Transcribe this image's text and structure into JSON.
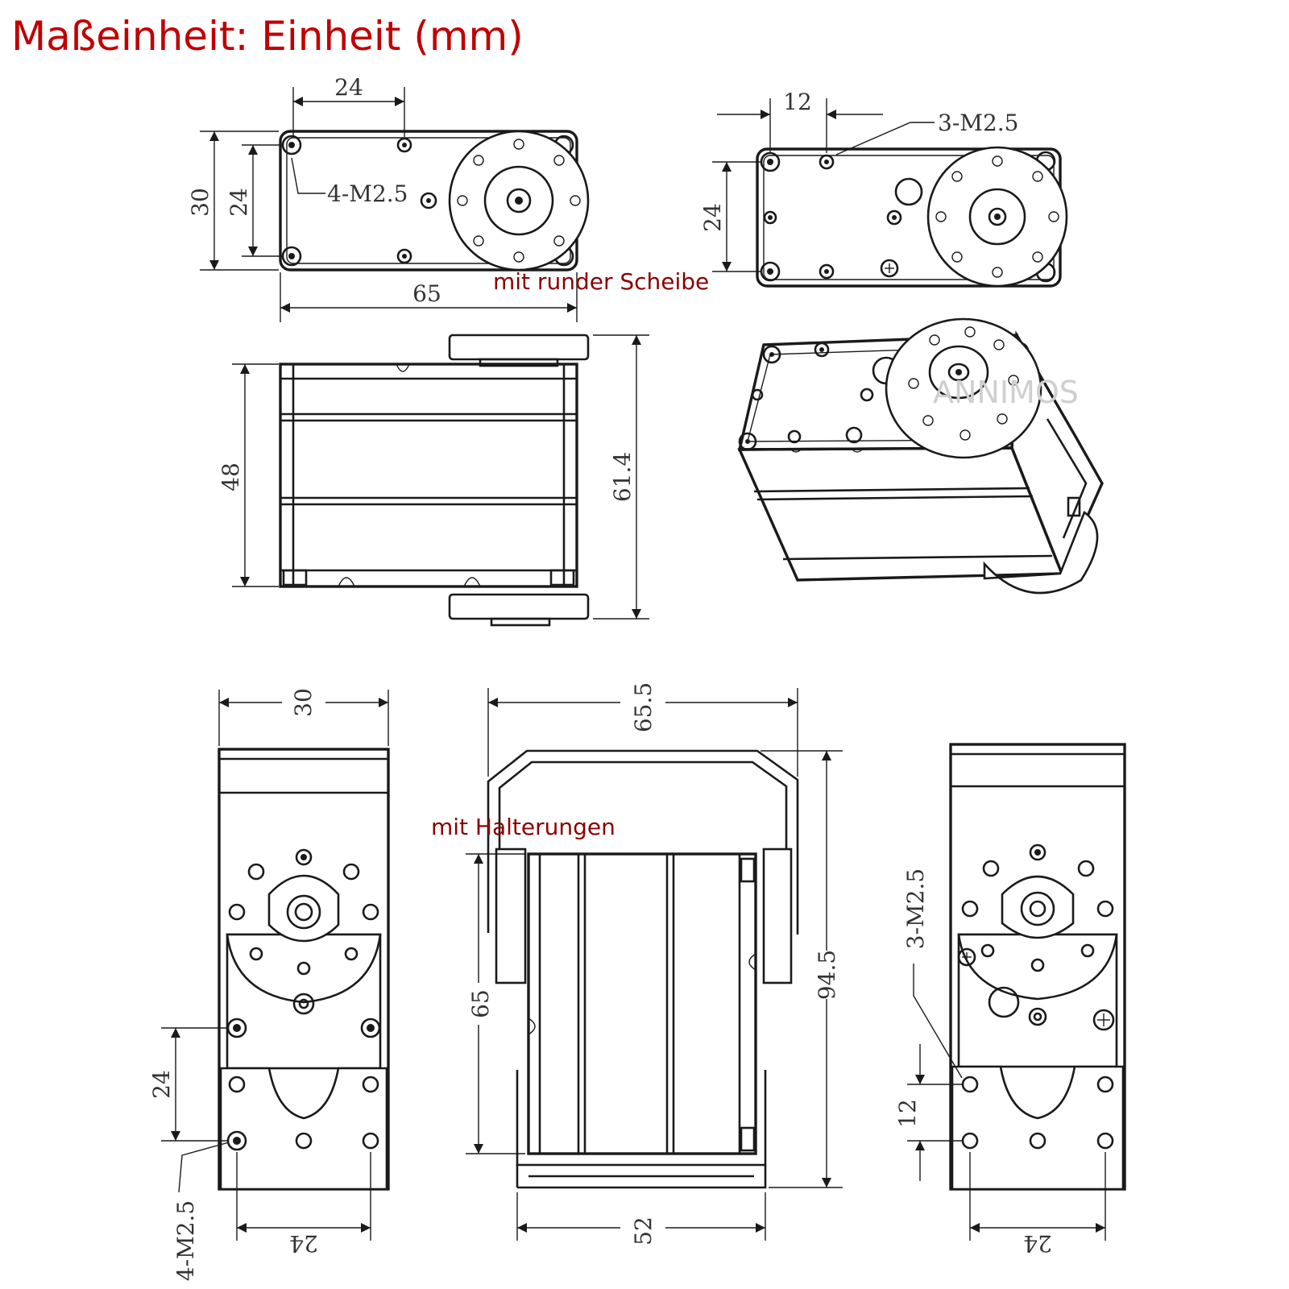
{
  "title": "Maßeinheit: Einheit (mm)",
  "colors": {
    "title": "#c00000",
    "label": "#8b0000",
    "line": "#1a1a1a"
  },
  "labels": {
    "round_disc": "mit runder Scheibe",
    "brackets": "mit Halterungen",
    "watermark": "ANNIMOS"
  },
  "dims": {
    "top_width_24": "24",
    "top_height_30": "30",
    "top_height_24": "24",
    "top_hole_spec": "4-M2.5",
    "top_length_65": "65",
    "rear_spacing_12": "12",
    "rear_hole_spec": "3-M2.5",
    "rear_height_24": "24",
    "side_height_48": "48",
    "side_height_61_4": "61.4",
    "front_width_30": "30",
    "front_spacing_24": "24",
    "front_hole_spec": "4-M2.5",
    "front_bottom_24": "24",
    "bracket_width_65_5": "65.5",
    "bracket_height_65": "65",
    "bracket_height_94_5": "94.5",
    "bracket_bottom_52": "52",
    "back_hole_spec": "3-M2.5",
    "back_spacing_12": "12",
    "back_bottom_24": "24"
  }
}
